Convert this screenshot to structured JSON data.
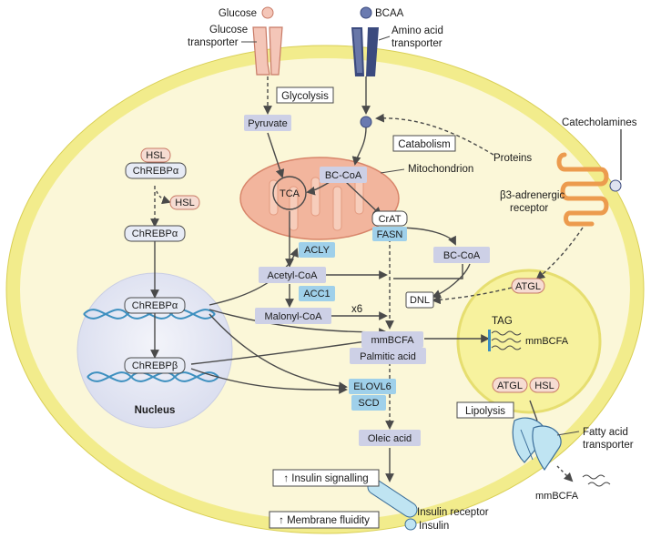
{
  "colors": {
    "membrane": "#f2ec8c",
    "membrane_edge": "#d9cf55",
    "cytoplasm": "#fbf7d8",
    "nucleus": "#e3e6f3",
    "mito": "#f2b59d",
    "mito_edge": "#d8856a",
    "metabolite_box": "#cdd0e6",
    "enzyme_box": "#9fd0ea",
    "hsl_box": "#f6dcd2",
    "lipid_droplet": "#f7f29e",
    "arrow": "#4a4a4a",
    "orange_receptor": "#ec9b4e",
    "blue_transporter": "#3b4a7e",
    "dna": "#3c8fbf"
  },
  "labels": {
    "glucose": "Glucose",
    "glucose_transporter_l1": "Glucose",
    "glucose_transporter_l2": "transporter",
    "bcaa": "BCAA",
    "amino_acid_transporter_l1": "Amino acid",
    "amino_acid_transporter_l2": "transporter",
    "glycolysis": "Glycolysis",
    "catabolism": "Catabolism",
    "proteins": "Proteins",
    "catecholamines": "Catecholamines",
    "b3_receptor_l1": "β3-adrenergic",
    "b3_receptor_l2": "receptor",
    "mitochondrion": "Mitochondrion",
    "nucleus": "Nucleus",
    "lipolysis": "Lipolysis",
    "fatty_acid_transporter_l1": "Fatty acid",
    "fatty_acid_transporter_l2": "transporter",
    "insulin_receptor": "Insulin receptor",
    "insulin": "Insulin",
    "x6": "x6",
    "tag": "TAG"
  },
  "metabolites": {
    "pyruvate": "Pyruvate",
    "bc_coa_mito": "BC-CoA",
    "bc_coa": "BC-CoA",
    "acetyl_coa": "Acetyl-CoA",
    "malonyl_coa": "Malonyl-CoA",
    "mmbcfa": "mmBCFA",
    "palmitic_acid": "Palmitic acid",
    "oleic_acid": "Oleic acid",
    "dnl": "DNL",
    "mmbcfa_droplet": "mmBCFA",
    "mmbcfa_out": "mmBCFA",
    "tca": "TCA"
  },
  "enzymes": {
    "acly": "ACLY",
    "acc1": "ACC1",
    "crat": "CrAT",
    "fasn": "FASN",
    "elovl6": "ELOVL6",
    "scd": "SCD",
    "atgl_top": "ATGL",
    "atgl_bottom": "ATGL",
    "hsl_droplet": "HSL",
    "hsl_top": "HSL",
    "hsl_mid": "HSL"
  },
  "transcription": {
    "chrebpa_top": "ChREBPα",
    "chrebpa_mid": "ChREBPα",
    "chrebpa_nuc": "ChREBPα",
    "chrebpb_nuc": "ChREBPβ"
  },
  "effects": {
    "insulin_signalling": "↑ Insulin signalling",
    "membrane_fluidity": "↑ Membrane fluidity"
  }
}
